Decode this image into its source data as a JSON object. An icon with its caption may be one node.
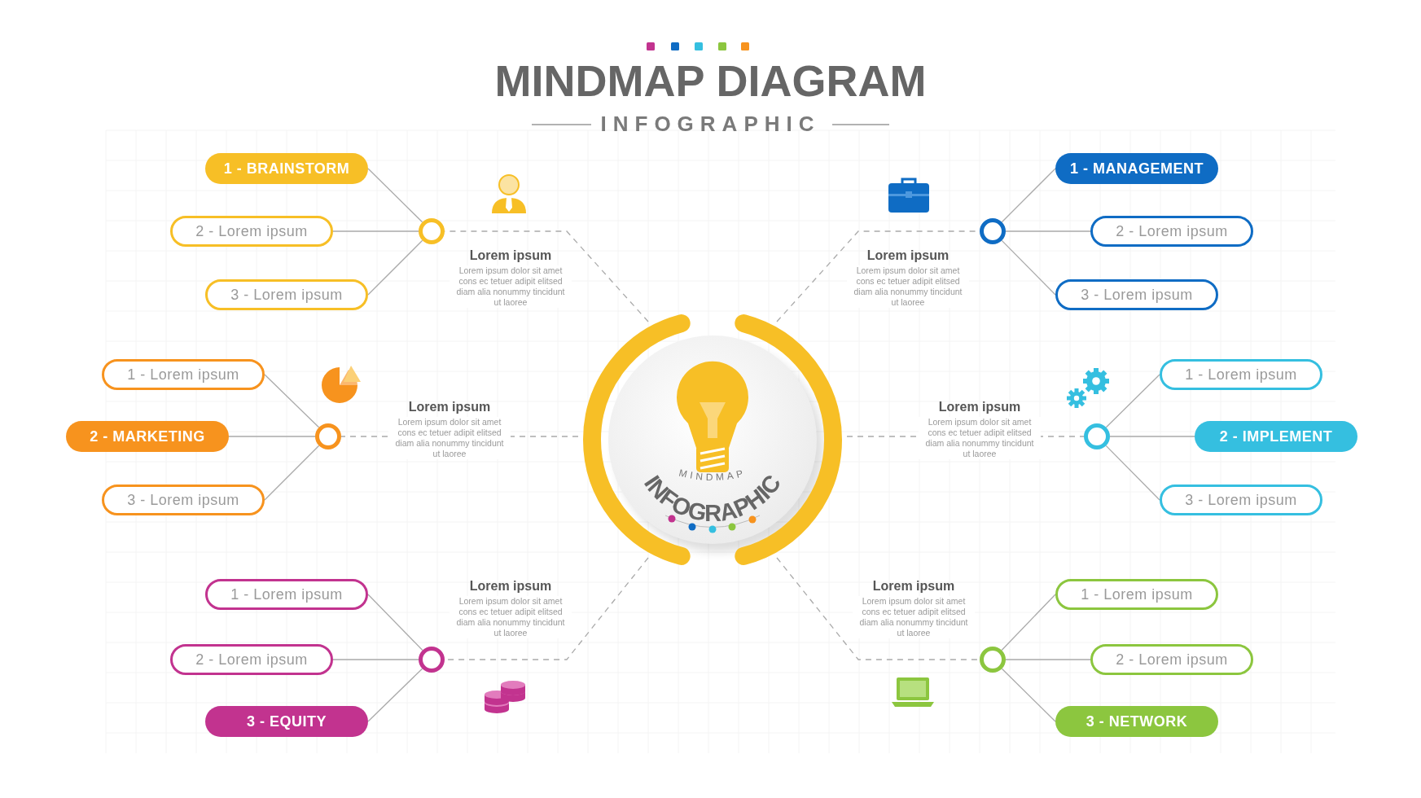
{
  "diagram": {
    "title": "MINDMAP DIAGRAM",
    "nodes": [
      {
        "text": [
          "MINDMAP",
          "INFOGRAPHIC"
        ]
      },
      {
        "text": [],
        "shape": "circle",
        "beside": [
          "Lorem ipsum",
          "Lorem ipsum dolor sit amet cons ec tetuer adipit elitsed diam alia nonummy tincidunt ut laoree"
        ]
      },
      {
        "text": [
          "1 - BRAINSTORM"
        ]
      },
      {
        "text": [
          "2 - Lorem ipsum"
        ]
      },
      {
        "text": [
          "3 - Lorem ipsum"
        ]
      },
      {
        "text": [],
        "shape": "circle",
        "beside": [
          "Lorem ipsum",
          "Lorem ipsum dolor sit amet cons ec tetuer adipit elitsed diam alia nonummy tincidunt ut laoree"
        ]
      },
      {
        "text": [
          "1 - MANAGEMENT"
        ]
      },
      {
        "text": [
          "2 - Lorem ipsum"
        ]
      },
      {
        "text": [
          "3 - Lorem ipsum"
        ]
      },
      {
        "text": [],
        "shape": "circle",
        "beside": [
          "Lorem ipsum",
          "Lorem ipsum dolor sit amet cons ec tetuer adipit elitsed diam alia nonummy tincidunt ut laoree"
        ]
      },
      {
        "text": [
          "1 - Lorem ipsum"
        ]
      },
      {
        "text": [
          "2 - MARKETING"
        ]
      },
      {
        "text": [
          "3 - Lorem ipsum"
        ]
      },
      {
        "text": [],
        "shape": "circle",
        "beside": [
          "Lorem ipsum",
          "Lorem ipsum dolor sit amet cons ec tetuer adipit elitsed diam alia nonummy tincidunt ut laoree"
        ]
      },
      {
        "text": [
          "1 - Lorem ipsum"
        ]
      },
      {
        "text": [
          "2 - IMPLEMENT"
        ]
      },
      {
        "text": [
          "3 - Lorem ipsum"
        ]
      },
      {
        "text": [],
        "shape": "circle",
        "beside": [
          "Lorem ipsum",
          "Lorem ipsum dolor sit amet cons ec tetuer adipit elitsed diam alia nonummy tincidunt ut laoree"
        ]
      },
      {
        "text": [
          "1 - Lorem ipsum"
        ]
      },
      {
        "text": [
          "2 - Lorem ipsum"
        ]
      },
      {
        "text": [
          "3 - EQUITY"
        ]
      },
      {
        "text": [],
        "shape": "circle",
        "beside": [
          "Lorem ipsum",
          "Lorem ipsum dolor sit amet cons ec tetuer adipit elitsed diam alia nonummy tincidunt ut laoree"
        ]
      },
      {
        "text": [
          "1 - Lorem ipsum"
        ]
      },
      {
        "text": [
          "2 - Lorem ipsum"
        ]
      },
      {
        "text": [
          "3 - NETWORK"
        ]
      }
    ],
    "edges": [
      {
        "from": 0,
        "to": 1,
        "arrow": "none",
        "style": "dashed"
      },
      {
        "from": 1,
        "to": 2,
        "arrow": "none"
      },
      {
        "from": 1,
        "to": 3,
        "arrow": "none"
      },
      {
        "from": 1,
        "to": 4,
        "arrow": "none"
      },
      {
        "from": 0,
        "to": 5,
        "arrow": "none",
        "style": "dashed"
      },
      {
        "from": 5,
        "to": 6,
        "arrow": "none"
      },
      {
        "from": 5,
        "to": 7,
        "arrow": "none"
      },
      {
        "from": 5,
        "to": 8,
        "arrow": "none"
      },
      {
        "from": 0,
        "to": 9,
        "arrow": "none",
        "style": "dashed"
      },
      {
        "from": 9,
        "to": 10,
        "arrow": "none"
      },
      {
        "from": 9,
        "to": 11,
        "arrow": "none"
      },
      {
        "from": 9,
        "to": 12,
        "arrow": "none"
      },
      {
        "from": 0,
        "to": 13,
        "arrow": "none",
        "style": "dashed"
      },
      {
        "from": 13,
        "to": 14,
        "arrow": "none"
      },
      {
        "from": 13,
        "to": 15,
        "arrow": "none"
      },
      {
        "from": 13,
        "to": 16,
        "arrow": "none"
      },
      {
        "from": 0,
        "to": 17,
        "arrow": "none",
        "style": "dashed"
      },
      {
        "from": 17,
        "to": 18,
        "arrow": "none"
      },
      {
        "from": 17,
        "to": 19,
        "arrow": "none"
      },
      {
        "from": 17,
        "to": 20,
        "arrow": "none"
      },
      {
        "from": 0,
        "to": 21,
        "arrow": "none",
        "style": "dashed"
      },
      {
        "from": 21,
        "to": 22,
        "arrow": "none"
      },
      {
        "from": 21,
        "to": 23,
        "arrow": "none"
      },
      {
        "from": 21,
        "to": 24,
        "arrow": "none"
      }
    ],
    "labels": [
      "INFOGRAPHIC"
    ]
  }
}
